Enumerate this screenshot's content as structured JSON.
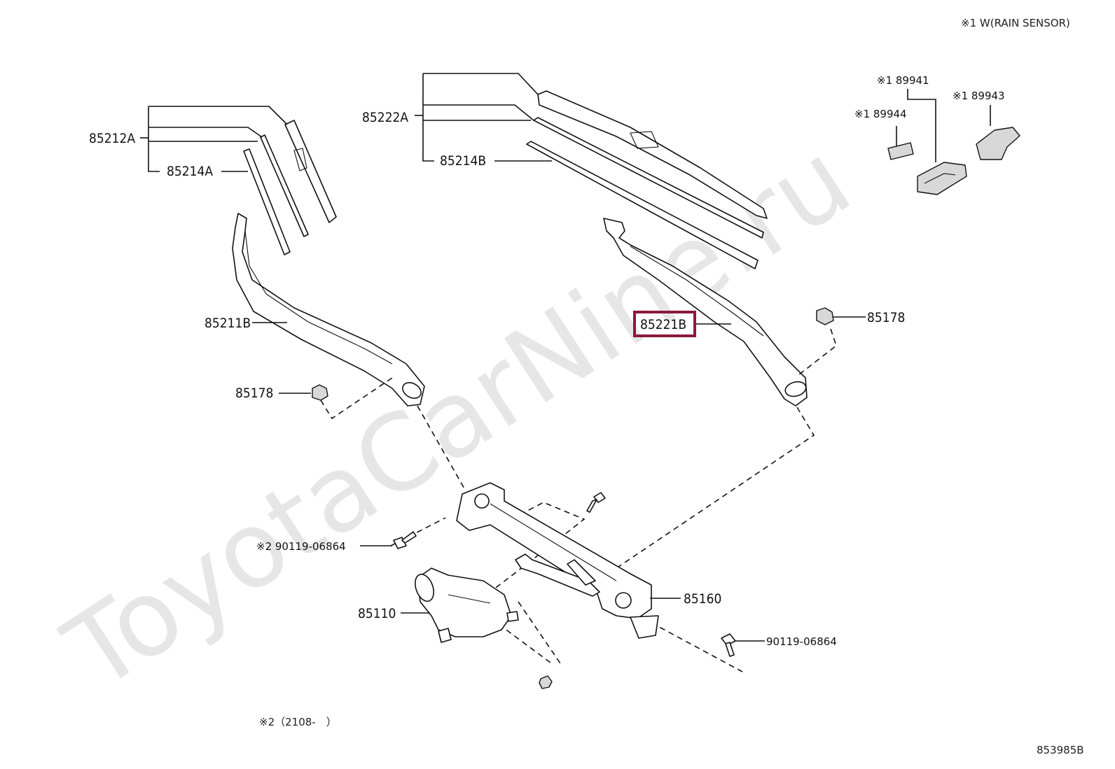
{
  "notes": {
    "top_right": "※1 W(RAIN SENSOR)",
    "bottom_left": "※2（2108-　）",
    "diagram_code": "853985B"
  },
  "watermark": "ToyotaCarNine.ru",
  "highlight_color": "#8b1a3a",
  "labels": {
    "p85212A": "85212A",
    "p85214A": "85214A",
    "p85222A": "85222A",
    "p85214B": "85214B",
    "p89941": "※1 89941",
    "p89944": "※1 89944",
    "p89943": "※1 89943",
    "p85211B": "85211B",
    "p85221B": "85221B",
    "p85178_right": "85178",
    "p85178_left": "85178",
    "p90119_left": "※2 90119-06864",
    "p85110": "85110",
    "p85160": "85160",
    "p90119_right": "90119-06864"
  }
}
